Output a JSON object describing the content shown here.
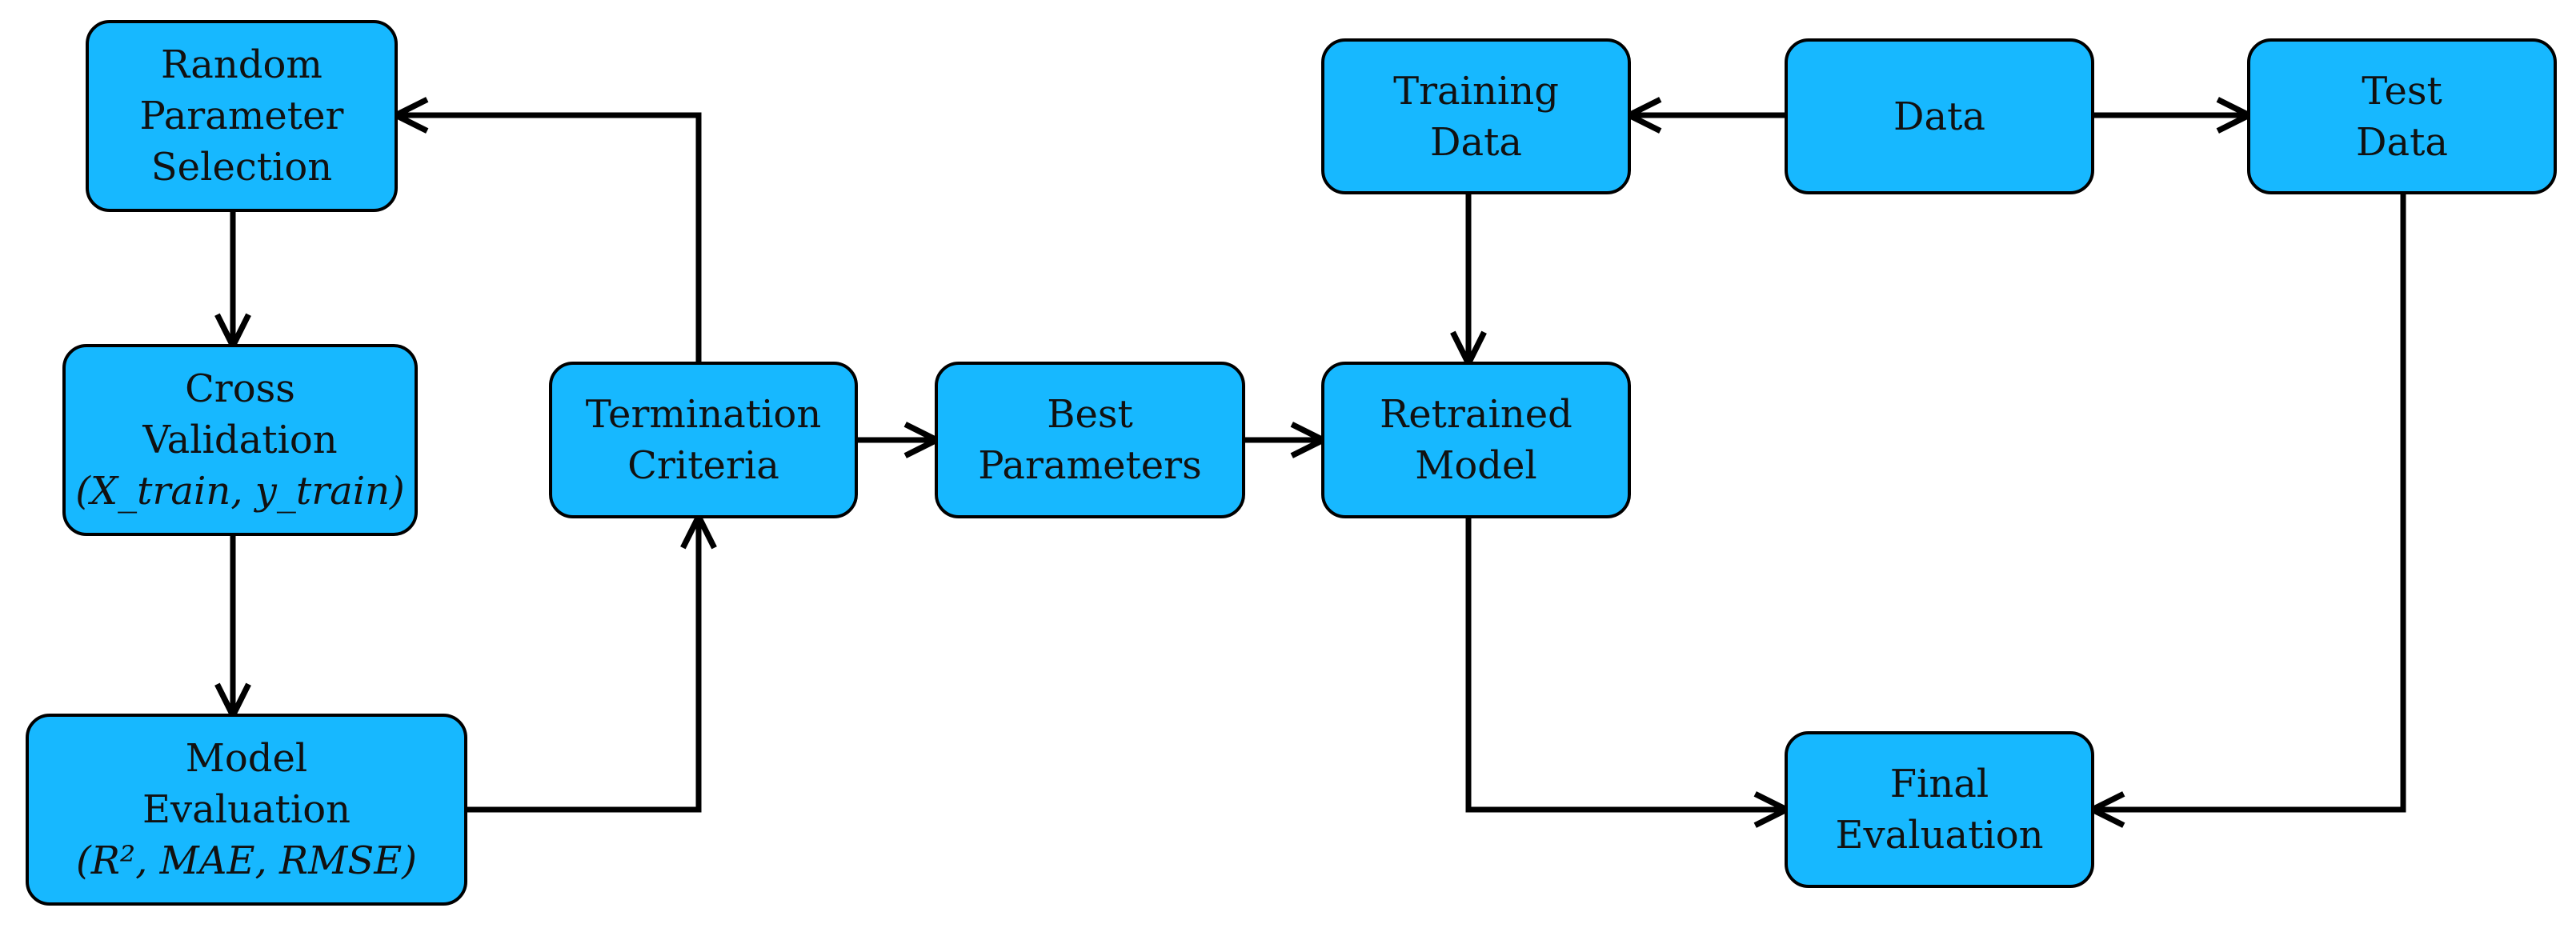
{
  "nodes": {
    "random_selection": {
      "lines": [
        "Random",
        "Parameter",
        "Selection"
      ]
    },
    "cross_validation": {
      "lines": [
        "Cross",
        "Validation"
      ],
      "math": "(X_train, y_train)"
    },
    "model_evaluation": {
      "lines": [
        "Model",
        "Evaluation"
      ],
      "math": "(R², MAE, RMSE)"
    },
    "termination_criteria": {
      "lines": [
        "Termination",
        "Criteria"
      ]
    },
    "best_parameters": {
      "lines": [
        "Best",
        "Parameters"
      ]
    },
    "retrained_model": {
      "lines": [
        "Retrained",
        "Model"
      ]
    },
    "training_data": {
      "lines": [
        "Training",
        "Data"
      ]
    },
    "data": {
      "lines": [
        "Data"
      ]
    },
    "test_data": {
      "lines": [
        "Test",
        "Data"
      ]
    },
    "final_evaluation": {
      "lines": [
        "Final",
        "Evaluation"
      ]
    }
  },
  "edges": [
    {
      "from": "random_selection",
      "to": "cross_validation"
    },
    {
      "from": "cross_validation",
      "to": "model_evaluation"
    },
    {
      "from": "model_evaluation",
      "to": "termination_criteria"
    },
    {
      "from": "termination_criteria",
      "to": "random_selection"
    },
    {
      "from": "termination_criteria",
      "to": "best_parameters"
    },
    {
      "from": "best_parameters",
      "to": "retrained_model"
    },
    {
      "from": "data",
      "to": "training_data"
    },
    {
      "from": "data",
      "to": "test_data"
    },
    {
      "from": "training_data",
      "to": "retrained_model"
    },
    {
      "from": "retrained_model",
      "to": "final_evaluation"
    },
    {
      "from": "test_data",
      "to": "final_evaluation"
    }
  ],
  "colors": {
    "node_fill": "#17b8ff",
    "node_border": "#000000",
    "edge": "#000000"
  }
}
